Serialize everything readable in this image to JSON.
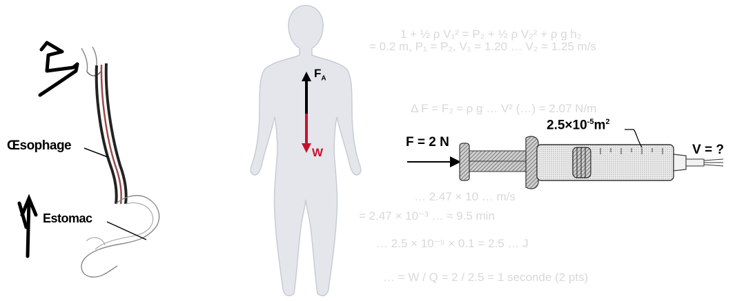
{
  "labels": {
    "oesophage": "Œsophage",
    "estomac": "Estomac",
    "fa_main": "F",
    "fa_sub": "A",
    "w": "W",
    "force": "F = 2 N",
    "area_base": "2.5×10",
    "area_exp": "-5",
    "area_unit": "m",
    "area_unit_exp": "2",
    "velocity": "V = ?"
  },
  "colors": {
    "ink": "#000000",
    "weight_arrow": "#c8102e",
    "body_fill": "#e4e6ec",
    "bleed_text": "#b9b9b9"
  },
  "icons": {
    "esophagus": "esophagus-stomach-sketch",
    "body": "human-body-silhouette",
    "syringe": "syringe-illustration"
  }
}
